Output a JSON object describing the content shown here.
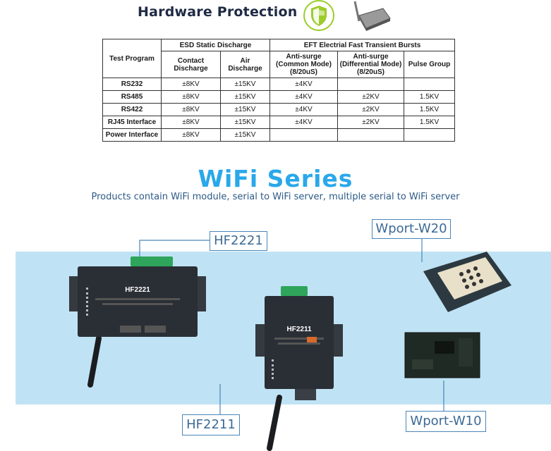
{
  "header": {
    "title": "Hardware Protection"
  },
  "table": {
    "col_test": "Test Program",
    "group_esd": "ESD Static Discharge",
    "group_eft": "EFT Electrial Fast Transient Bursts",
    "col_contact": "Contact Discharge",
    "col_air": "Air Discharge",
    "col_common": "Anti-surge (Common Mode) (8/20uS)",
    "col_diff": "Anti-surge (Differential Mode) (8/20uS)",
    "col_pulse": "Pulse Group",
    "rows": [
      {
        "name": "RS232",
        "contact": "±8KV",
        "air": "±15KV",
        "common": "±4KV",
        "diff": "",
        "pulse": ""
      },
      {
        "name": "RS485",
        "contact": "±8KV",
        "air": "±15KV",
        "common": "±4KV",
        "diff": "±2KV",
        "pulse": "1.5KV"
      },
      {
        "name": "RS422",
        "contact": "±8KV",
        "air": "±15KV",
        "common": "±4KV",
        "diff": "±2KV",
        "pulse": "1.5KV"
      },
      {
        "name": "RJ45 Interface",
        "contact": "±8KV",
        "air": "±15KV",
        "common": "±4KV",
        "diff": "±2KV",
        "pulse": "1.5KV"
      },
      {
        "name": "Power Interface",
        "contact": "±8KV",
        "air": "±15KV",
        "common": "",
        "diff": "",
        "pulse": ""
      }
    ]
  },
  "wifi": {
    "title": "WiFi Series",
    "subtitle": "Products contain WiFi module, serial to WiFi server, multiple serial to WiFi server"
  },
  "products": {
    "hf2221": {
      "label": "HF2221",
      "device_text": "HF2221"
    },
    "hf2211": {
      "label": "HF2211",
      "device_text": "HF2211"
    },
    "w20": {
      "label": "Wport-W20"
    },
    "w10": {
      "label": "Wport-W10"
    }
  },
  "colors": {
    "accent": "#2aa8ea",
    "band": "#bfe3f4",
    "label_border": "#4a86b8",
    "shield": "#9ccc2a"
  }
}
